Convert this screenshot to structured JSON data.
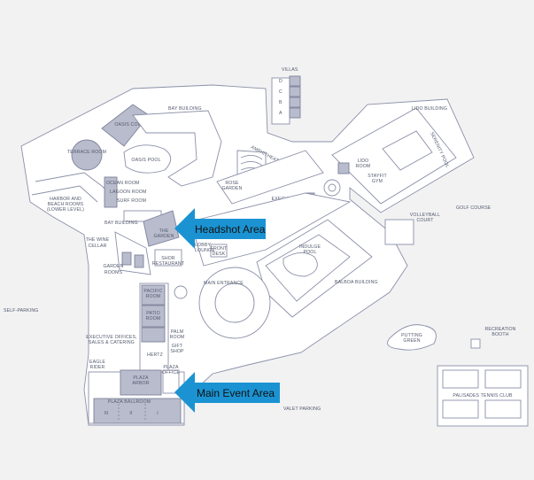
{
  "callouts": {
    "headshot": "Headshot Area",
    "main_event": "Main Event Area"
  },
  "labels": {
    "villas": "VILLAS",
    "villa_d": "D",
    "villa_c": "C",
    "villa_b": "B",
    "villa_a": "A",
    "lido_building": "LIDO BUILDING",
    "bay_building_top": "BAY BUILDING",
    "oasis_court": "OASIS COURT",
    "oasis_pool": "OASIS POOL",
    "amphitheater": "AMPHITHEATER",
    "terrace_room": "TERRACE ROOM",
    "ocean_room": "OCEAN ROOM",
    "lagoon_room": "LAGOON ROOM",
    "surf_room": "SURF ROOM",
    "harbor_beach_rooms": "HARBOR AND BEACH ROOMS (LOWER LEVEL)",
    "rose_garden": "ROSE GARDEN",
    "executive_boardroom": "EXECUTIVE BOARDROOM",
    "bay_building_mid": "BAY BUILDING",
    "the_garden": "THE GARDEN",
    "the_wine_cellar": "THE WINE CELLAR",
    "garden_rooms": "GARDEN ROOMS",
    "shor_restaurant": "SHOR RESTAURANT",
    "lobby_lounge": "LOBBY LOUNGE",
    "front_desk": "FRONT DESK",
    "indulge_pool": "INDULGE POOL",
    "balboa_building": "BALBOA BUILDING",
    "main_entrance": "MAIN ENTRANCE",
    "lido_room": "LIDO ROOM",
    "stayfit_gym": "STAYFIT GYM",
    "serenity_pool": "SERENITY POOL",
    "volleyball_court": "VOLLEYBALL COURT",
    "golf_course": "GOLF COURSE",
    "self_parking": "SELF-PARKING",
    "pacific_room": "PACIFIC ROOM",
    "patio_room": "PATIO ROOM",
    "palm_room": "PALM ROOM",
    "gift_shop": "GIFT SHOP",
    "executive_offices": "EXECUTIVE OFFICES, SALES & CATERING",
    "hertz": "HERTZ",
    "eagle_rider": "EAGLE RIDER",
    "plaza_office": "PLAZA OFFICE",
    "plaza_arbor": "PLAZA ARBOR",
    "plaza_ballroom": "PLAZA BALLROOM",
    "ballroom_iii": "III",
    "ballroom_ii": "II",
    "ballroom_i": "I",
    "valet_parking": "VALET PARKING",
    "putting_green": "PUTTING GREEN",
    "recreation_booth": "RECREATION BOOTH",
    "palisades_tennis_club": "PALISADES TENNIS CLUB"
  },
  "colors": {
    "background": "#f2f2f3",
    "building": "#ffffff",
    "highlight_room": "#b9bccd",
    "outline": "#8b90a8",
    "callout_arrow": "#1b93d2"
  }
}
